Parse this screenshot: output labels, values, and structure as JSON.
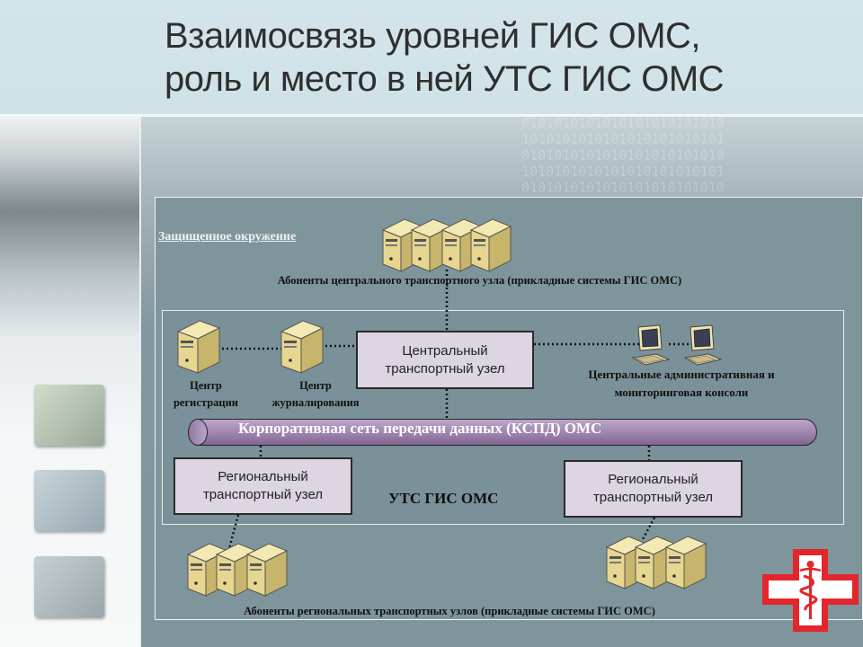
{
  "slide": {
    "title_line1": "Взаимосвязь уровней ГИС ОМС,",
    "title_line2": "роль и место в ней УТС ГИС ОМС"
  },
  "diagram": {
    "protected_env": "Защищенное окружение",
    "central_subscribers": "Абоненты центрального транспортного узла (прикладные системы ГИС ОМС)",
    "registration_center": [
      "Центр",
      "регистрации"
    ],
    "logging_center": [
      "Центр",
      "журналирования"
    ],
    "central_node": [
      "Центральный",
      "транспортный узел"
    ],
    "admin_consoles": [
      "Центральные административная и",
      "мониторинговая консоли"
    ],
    "network_pipe": "Корпоративная сеть передачи данных (КСПД) ОМС",
    "regional_node_left": [
      "Региональный",
      "транспортный узел"
    ],
    "regional_node_right": [
      "Региональный",
      "транспортный узел"
    ],
    "utc_label": "УТС ГИС ОМС",
    "regional_subscribers": "Абоненты региональных транспортных узлов (прикладные системы ГИС ОМС)"
  },
  "icons": {
    "server": "server-icon",
    "workstation": "computer-workstation-icon",
    "logo": "red-cross-caduceus-logo"
  },
  "colors": {
    "title_bg": "#d3e5ea",
    "node_fill": "#ddd5e2",
    "pipe_fill": "#9d83ad",
    "logo_red": "#e3262b"
  }
}
